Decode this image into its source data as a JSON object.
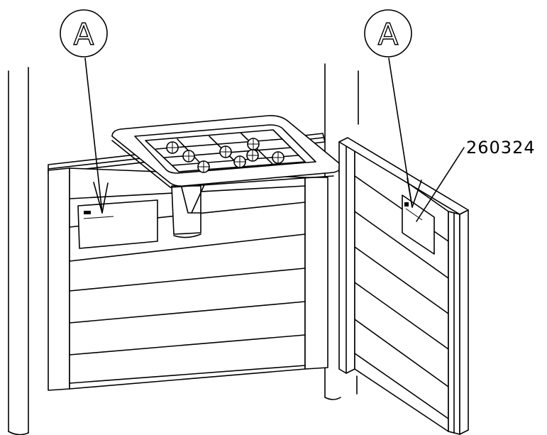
{
  "callouts": {
    "left_letter": "A",
    "right_letter": "A"
  },
  "part_number": "260324",
  "colors": {
    "line": "#000000",
    "background": "#ffffff"
  }
}
